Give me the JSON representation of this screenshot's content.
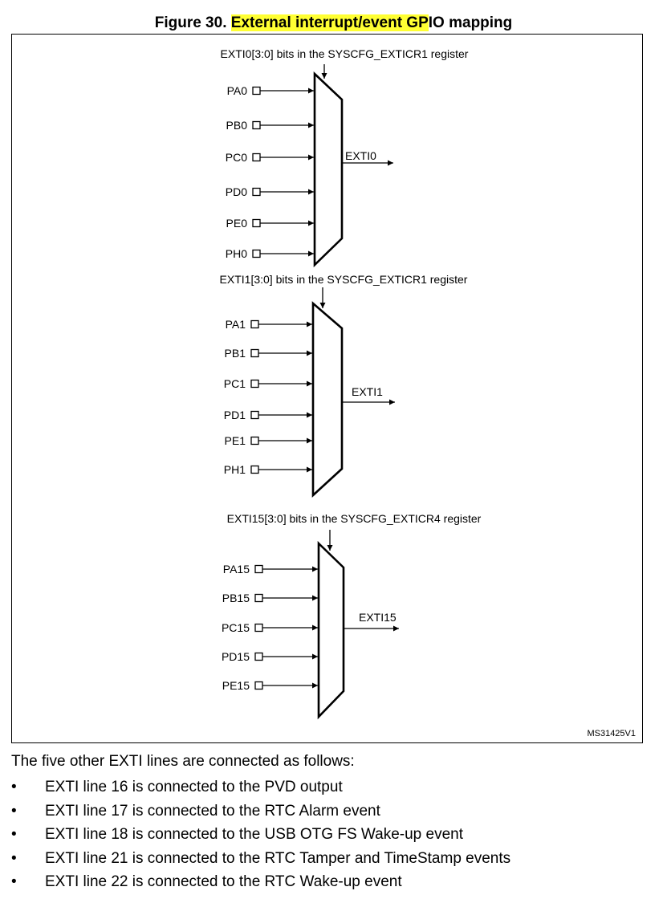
{
  "figure": {
    "number": "Figure 30.",
    "title_highlighted": "External interrupt/event GP",
    "title_rest": "IO mapping",
    "code": "MS31425V1",
    "highlight_color": "#ffff33"
  },
  "muxes": [
    {
      "select_label": "EXTI0[3:0] bits in the SYSCFG_EXTICR1 register",
      "output": "EXTI0",
      "inputs": [
        "PA0",
        "PB0",
        "PC0",
        "PD0",
        "PE0",
        "PH0"
      ]
    },
    {
      "select_label": "EXTI1[3:0] bits in the SYSCFG_EXTICR1 register",
      "output": "EXTI1",
      "inputs": [
        "PA1",
        "PB1",
        "PC1",
        "PD1",
        "PE1",
        "PH1"
      ]
    },
    {
      "select_label": "EXTI15[3:0] bits in the SYSCFG_EXTICR4 register",
      "output": "EXTI15",
      "inputs": [
        "PA15",
        "PB15",
        "PC15",
        "PD15",
        "PE15"
      ]
    }
  ],
  "text": {
    "intro": "The five other EXTI lines are connected as follows:",
    "bullet_symbol": "•",
    "bullets": [
      "EXTI line 16 is connected to the PVD output",
      "EXTI line 17 is connected to the RTC Alarm event",
      "EXTI line 18 is connected to the USB OTG FS Wake-up event",
      "EXTI line 21 is connected to the RTC Tamper and TimeStamp events",
      "EXTI line 22 is connected to the RTC Wake-up event"
    ]
  }
}
